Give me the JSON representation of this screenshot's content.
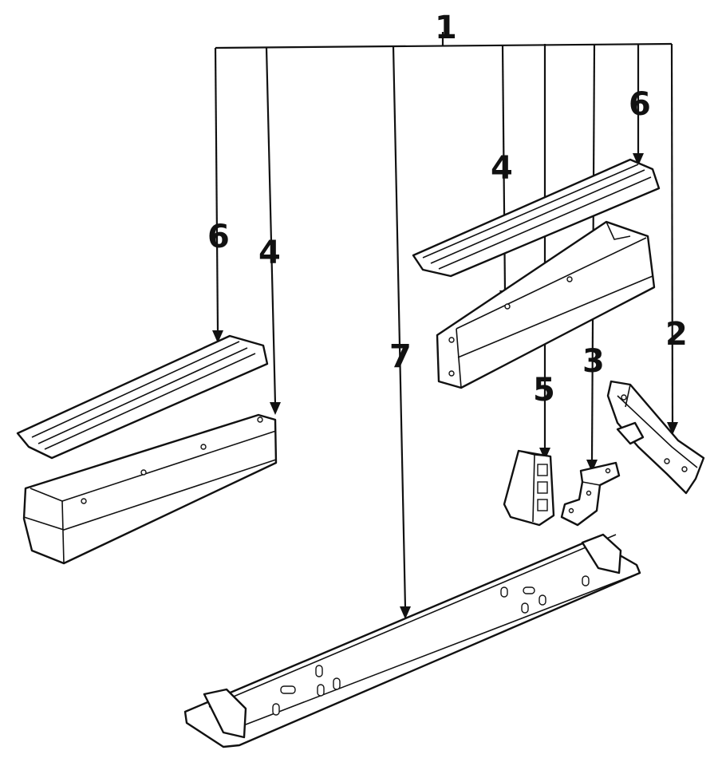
{
  "callouts": {
    "c1": "1",
    "c6_left": "6",
    "c4_left": "4",
    "c7": "7",
    "c4_right": "4",
    "c6_right": "6",
    "c5": "5",
    "c3": "3",
    "c2": "2"
  }
}
